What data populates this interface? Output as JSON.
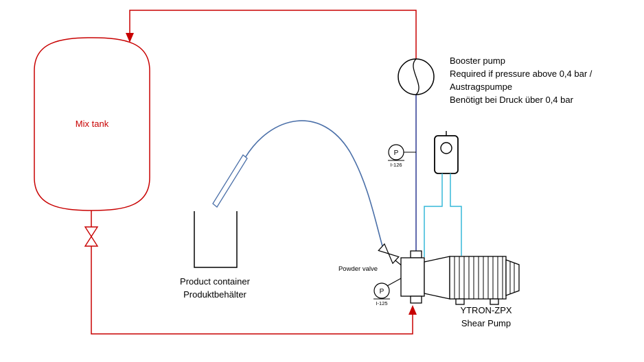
{
  "labels": {
    "mix_tank": "Mix tank",
    "booster_line1": "Booster pump",
    "booster_line2": "Required if pressure above 0,4 bar /",
    "booster_line3": "Austragspumpe",
    "booster_line4": "Benötigt bei Druck über 0,4 bar",
    "product_container_line1": "Product container",
    "product_container_line2": "Produktbehälter",
    "powder_valve": "Powder valve",
    "shear_pump_line1": "YTRON-ZPX",
    "shear_pump_line2": "Shear Pump",
    "gauge_discharge_letter": "P",
    "gauge_discharge_tag": "I-126",
    "gauge_inlet_letter": "P",
    "gauge_inlet_tag": "I-125"
  },
  "colors": {
    "process_red": "#c80000",
    "pipe_dark_blue": "#2b3990",
    "hose_blue": "#4a6fa8",
    "signal_cyan": "#35b8d8",
    "line_black": "#000000"
  }
}
